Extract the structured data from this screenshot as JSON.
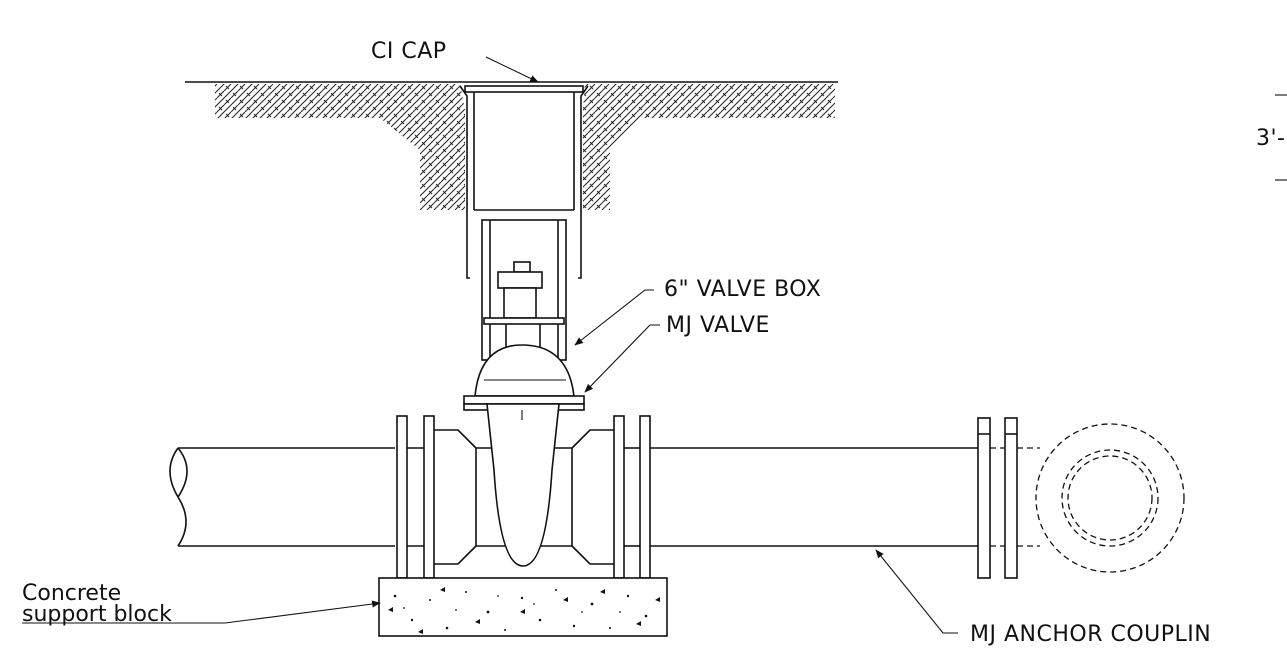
{
  "labels": {
    "ci_cap": "CI CAP",
    "valve_box": "6\" VALVE BOX",
    "mj_valve": "MJ VALVE",
    "concrete_line1": "Concrete",
    "concrete_line2": "support block",
    "anchor_coupling": "MJ ANCHOR COUPLIN",
    "dimension_fragment": "3'-"
  }
}
